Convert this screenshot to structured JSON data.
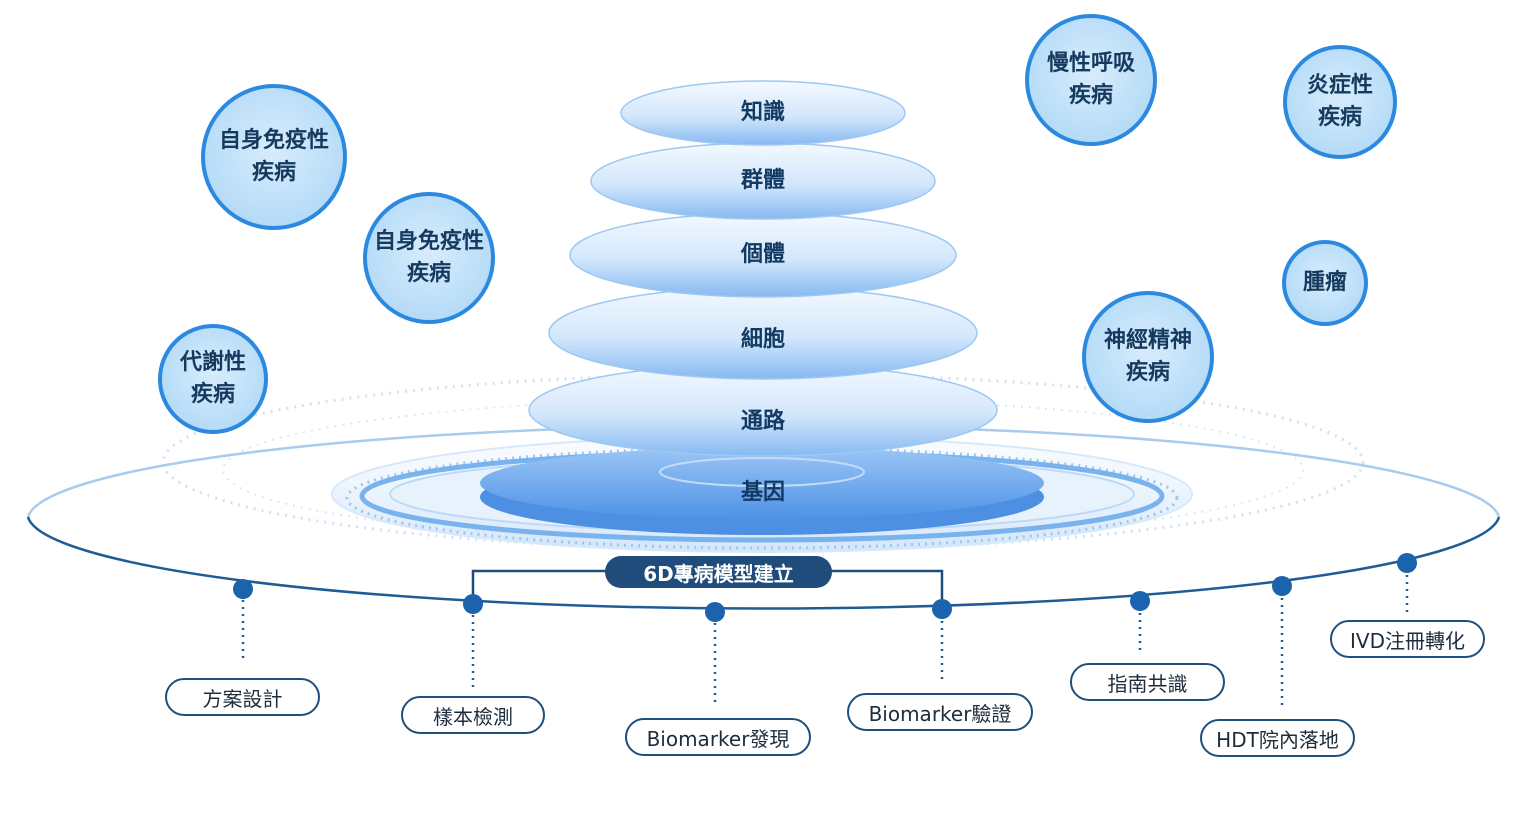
{
  "layers": [
    {
      "id": "knowledge",
      "label": "知識"
    },
    {
      "id": "population",
      "label": "群體"
    },
    {
      "id": "individual",
      "label": "個體"
    },
    {
      "id": "cell",
      "label": "細胞"
    },
    {
      "id": "pathway",
      "label": "通路"
    },
    {
      "id": "gene",
      "label": "基因"
    }
  ],
  "diseases": [
    {
      "id": "autoimmune-1",
      "label": "自身免疫性\n疾病"
    },
    {
      "id": "autoimmune-2",
      "label": "自身免疫性\n疾病"
    },
    {
      "id": "metabolic",
      "label": "代謝性\n疾病"
    },
    {
      "id": "chronic-respiratory",
      "label": "慢性呼吸\n疾病"
    },
    {
      "id": "inflammatory",
      "label": "炎症性\n疾病"
    },
    {
      "id": "tumor",
      "label": "腫瘤"
    },
    {
      "id": "neuropsychiatric",
      "label": "神經精神\n疾病"
    }
  ],
  "center_label": "6D專病模型建立",
  "steps": [
    {
      "id": "scheme-design",
      "label": "方案設計"
    },
    {
      "id": "sample-testing",
      "label": "樣本檢測"
    },
    {
      "id": "biomarker-discovery",
      "label": "Biomarker發現"
    },
    {
      "id": "biomarker-validation",
      "label": "Biomarker驗證"
    },
    {
      "id": "guideline-consensus",
      "label": "指南共識"
    },
    {
      "id": "hdt-hospital",
      "label": "HDT院內落地"
    },
    {
      "id": "ivd-registration",
      "label": "IVD注冊轉化"
    }
  ],
  "colors": {
    "orbit": "#1f5c96",
    "node": "#1b64ad",
    "bubble_border": "#2b8ae0",
    "layer_dark": "#4f98ea",
    "layer_light": "#eaf4fe",
    "badge": "#1f4c7a"
  }
}
